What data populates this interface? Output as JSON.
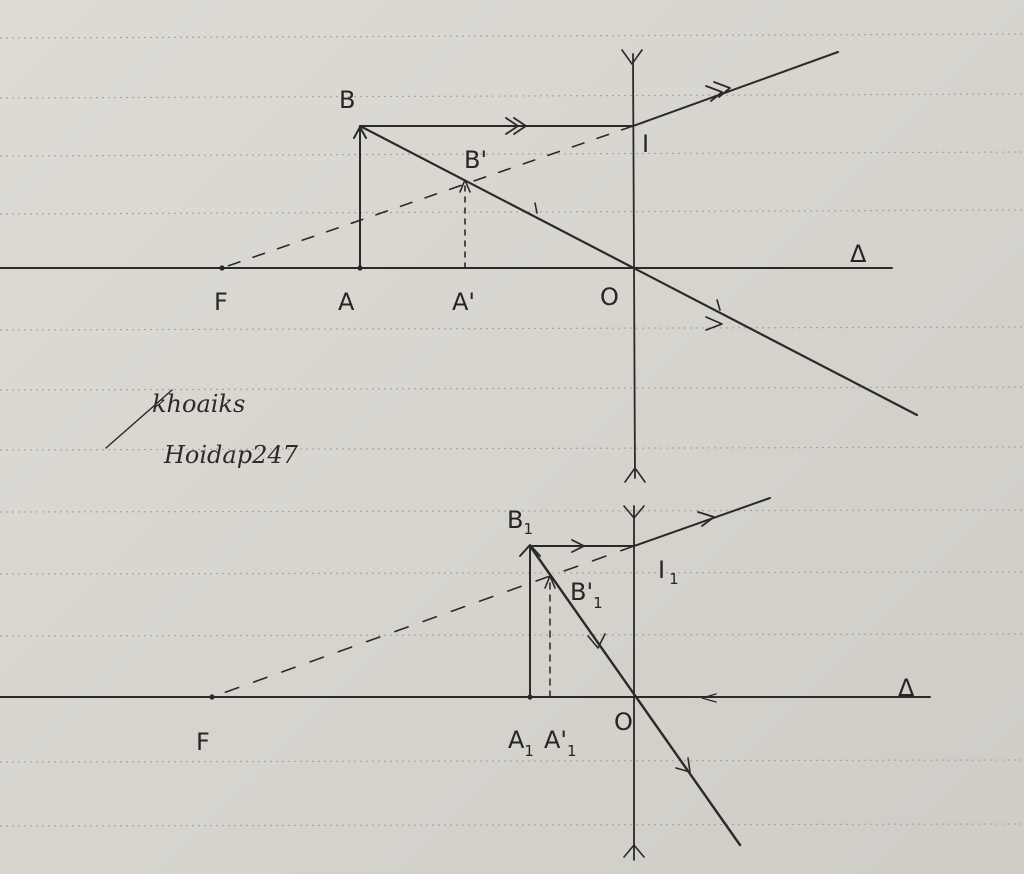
{
  "diagram": {
    "top": {
      "labels": {
        "B": "B",
        "I": "I",
        "B_prime": "B'",
        "F": "F",
        "A": "A",
        "A_prime": "A'",
        "O": "O",
        "axis": "Δ"
      }
    },
    "bottom": {
      "labels": {
        "B1": "B",
        "B1_sub": "1",
        "I1": "I",
        "I1_sub": "1",
        "B1_prime": "B'",
        "B1_prime_sub": "1",
        "F": "F",
        "A1": "A",
        "A1_sub": "1",
        "A1_prime": "A'",
        "A1_prime_sub": "1",
        "O": "O",
        "axis": "Δ"
      }
    },
    "signature": {
      "line1": "khoaiks",
      "line2": "Hoidap247"
    }
  },
  "colors": {
    "paper": "#d9d6d0",
    "ink": "#2a2a2a",
    "ruling": "#a9a7a2"
  }
}
